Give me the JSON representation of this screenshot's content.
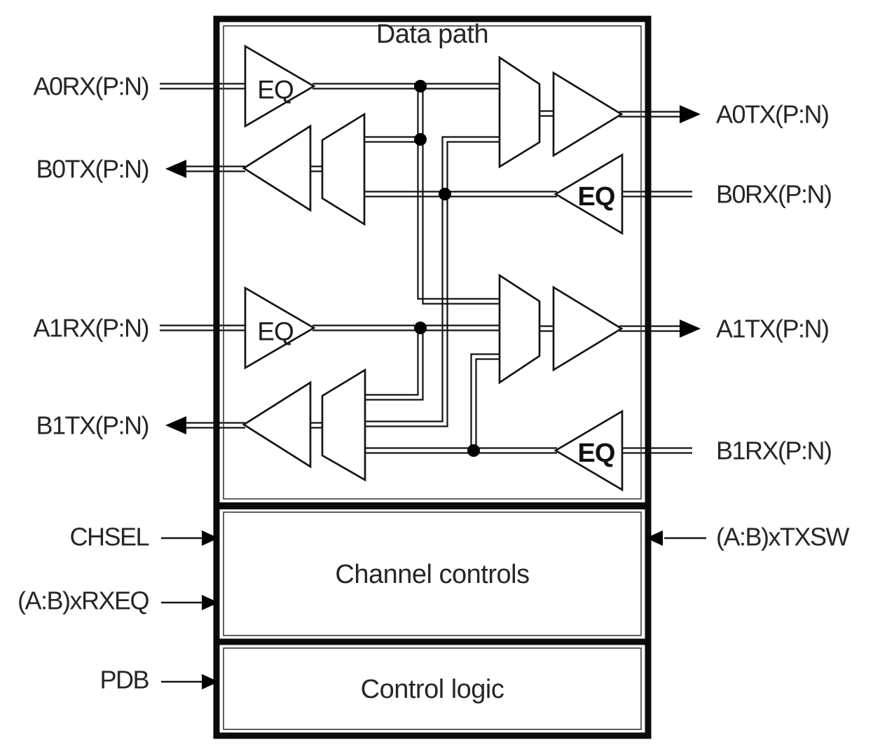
{
  "colors": {
    "background": "#ffffff",
    "line": "#111111",
    "text": "#262626"
  },
  "diagram": {
    "title": "Data path",
    "sections": [
      {
        "label": "Channel controls"
      },
      {
        "label": "Control logic"
      }
    ],
    "ports": {
      "left": [
        {
          "label": "A0RX(P:N)",
          "direction": "input"
        },
        {
          "label": "B0TX(P:N)",
          "direction": "output"
        },
        {
          "label": "A1RX(P:N)",
          "direction": "input"
        },
        {
          "label": "B1TX(P:N)",
          "direction": "output"
        },
        {
          "label": "CHSEL",
          "direction": "input"
        },
        {
          "label": "(A:B)xRXEQ",
          "direction": "input"
        },
        {
          "label": "PDB",
          "direction": "input"
        }
      ],
      "right": [
        {
          "label": "A0TX(P:N)",
          "direction": "output"
        },
        {
          "label": "B0RX(P:N)",
          "direction": "input"
        },
        {
          "label": "A1TX(P:N)",
          "direction": "output"
        },
        {
          "label": "B1RX(P:N)",
          "direction": "input"
        },
        {
          "label": "(A:B)xTXSW",
          "direction": "input"
        }
      ]
    },
    "equalizers": [
      {
        "label": "EQ"
      },
      {
        "label": "EQ"
      },
      {
        "label": "EQ"
      },
      {
        "label": "EQ"
      }
    ]
  }
}
